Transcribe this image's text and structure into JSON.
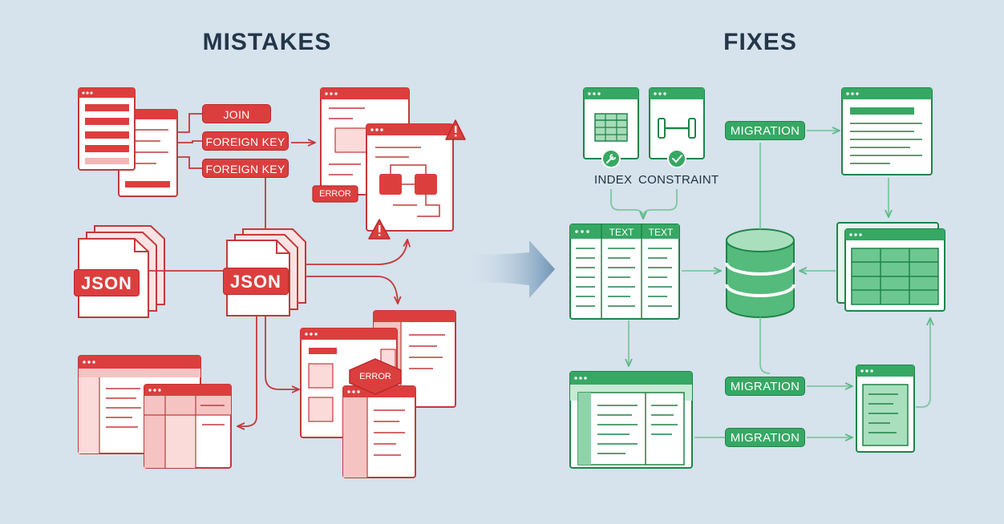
{
  "panels": {
    "left_title": "MISTAKES",
    "right_title": "FIXES"
  },
  "mistakes": {
    "join_tag": "JOIN",
    "foreign_key_tag_1": "FOREIGN KEY",
    "foreign_key_tag_2": "FOREIGN KEY",
    "json_label_1": "JSON",
    "json_label_2": "JSON",
    "error_label_1": "ERROR",
    "error_label_2": "ERROR"
  },
  "fixes": {
    "index_label": "INDEX",
    "constraint_label": "CONSTRAINT",
    "text_col_1": "TEXT",
    "text_col_2": "TEXT",
    "migration_tag_1": "MIGRATION",
    "migration_tag_2": "MIGRATION",
    "migration_tag_3": "MIGRATION"
  },
  "colors": {
    "mistake_red": "#dc3e3e",
    "fix_green": "#36a864",
    "background": "#d6e2ec",
    "title_navy": "#24364a"
  },
  "icons": [
    "warning-icon",
    "database-icon",
    "wrench-icon",
    "check-icon",
    "barbell-icon",
    "grid-icon",
    "transition-arrow-icon"
  ]
}
